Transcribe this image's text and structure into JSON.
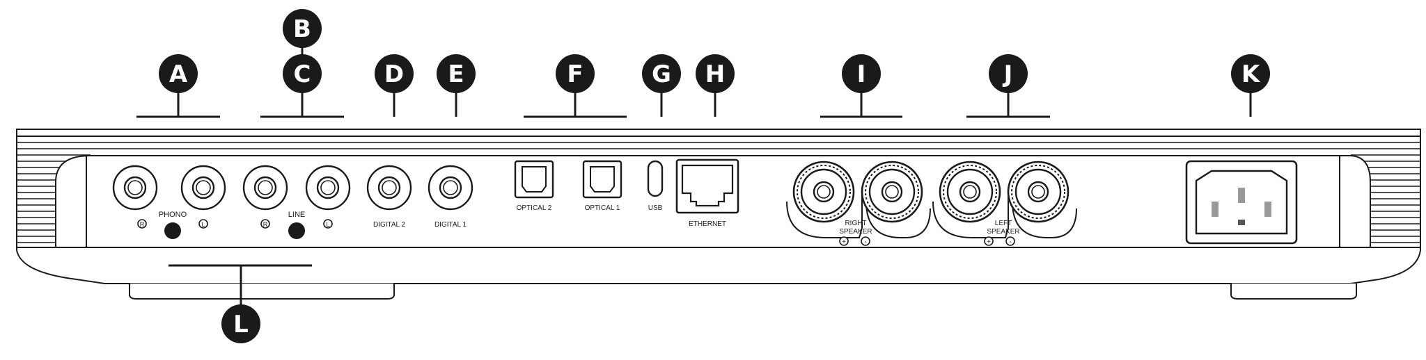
{
  "colors": {
    "ink": "#1a1a1a",
    "background": "#ffffff",
    "chassis_fill": "#ffffff",
    "callout_fill": "#1a1a1a",
    "callout_text": "#ffffff"
  },
  "callouts": {
    "a": "A",
    "b": "B",
    "c": "C",
    "d": "D",
    "e": "E",
    "f": "F",
    "g": "G",
    "h": "H",
    "i": "I",
    "j": "J",
    "k": "K",
    "l": "L"
  },
  "ports": {
    "phono": {
      "label": "PHONO",
      "right": "R",
      "left": "L"
    },
    "line": {
      "label": "LINE",
      "right": "R",
      "left": "L"
    },
    "digital_2": "DIGITAL 2",
    "digital_1": "DIGITAL 1",
    "optical_2": "OPTICAL 2",
    "optical_1": "OPTICAL 1",
    "usb": "USB",
    "ethernet": "ETHERNET",
    "right_speaker": {
      "line1": "RIGHT",
      "line2": "SPEAKER",
      "plus": "+",
      "minus": "-"
    },
    "left_speaker": {
      "line1": "LEFT",
      "line2": "SPEAKER",
      "plus": "+",
      "minus": "-"
    }
  },
  "icons": [
    "rca-jack-icon",
    "toslink-optical-icon",
    "usb-c-port-icon",
    "ethernet-rj45-icon",
    "speaker-binding-post-icon",
    "ground-screw-icon",
    "iec-power-inlet-icon"
  ]
}
